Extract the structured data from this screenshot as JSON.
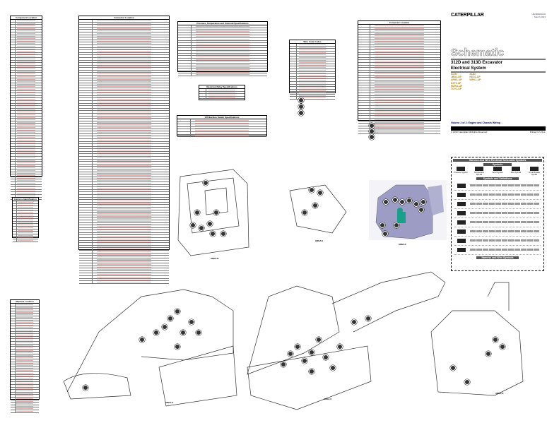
{
  "title_block": {
    "brand": "CATERPILLAR",
    "doc_number": "UENR0000-00",
    "doc_date": "March 2013",
    "heading": "Schematic",
    "subtitle_line1": "312D and 313D Excavator",
    "subtitle_line2": "Electrical System",
    "serials_col1": [
      "312D:",
      "JBD1-UP",
      "LRM1-UP",
      "DJF1-UP",
      "HDW1-UP",
      "TGY1-UP"
    ],
    "serials_col2": [
      "313D:",
      "KED1-UP",
      "WPK1-UP"
    ],
    "volume": "Volume 2 of 2: Engine and Chassis Wiring",
    "copyright": "© 2013 Caterpillar All Rights Reserved",
    "printed": "Printed in U.S.A."
  },
  "symbols_panel": {
    "title": "Harness And Wire Electrical Schematic Symbols",
    "symbols_header": "Symbols",
    "descriptions_header": "Symbols and Definitions",
    "wire_header": "Harness and Wire Symbols",
    "symbol_labels": [
      "Pressure Symbol",
      "Temperature Symbol",
      "Level Symbol",
      "Flow Symbol",
      "Circuit Breaker Symbol"
    ]
  },
  "tables": {
    "component_locations": "Component Location",
    "connector_table": "Connector Location",
    "switch_specs": "Pressure, Temperature and Solenoid Specifications",
    "relay_specs": "Electrical Relay Specifications",
    "sensor_specs": "Off Machine Switch Specifications",
    "harness_table": "Harness Identification",
    "wire_table": "Wire Color Codes",
    "machine_table": "Machine Location"
  },
  "areas": {
    "a": "AREA A",
    "b": "AREA B",
    "c": "AREA C",
    "d": "AREA D",
    "e": "AREA E",
    "f": "AREA F"
  }
}
